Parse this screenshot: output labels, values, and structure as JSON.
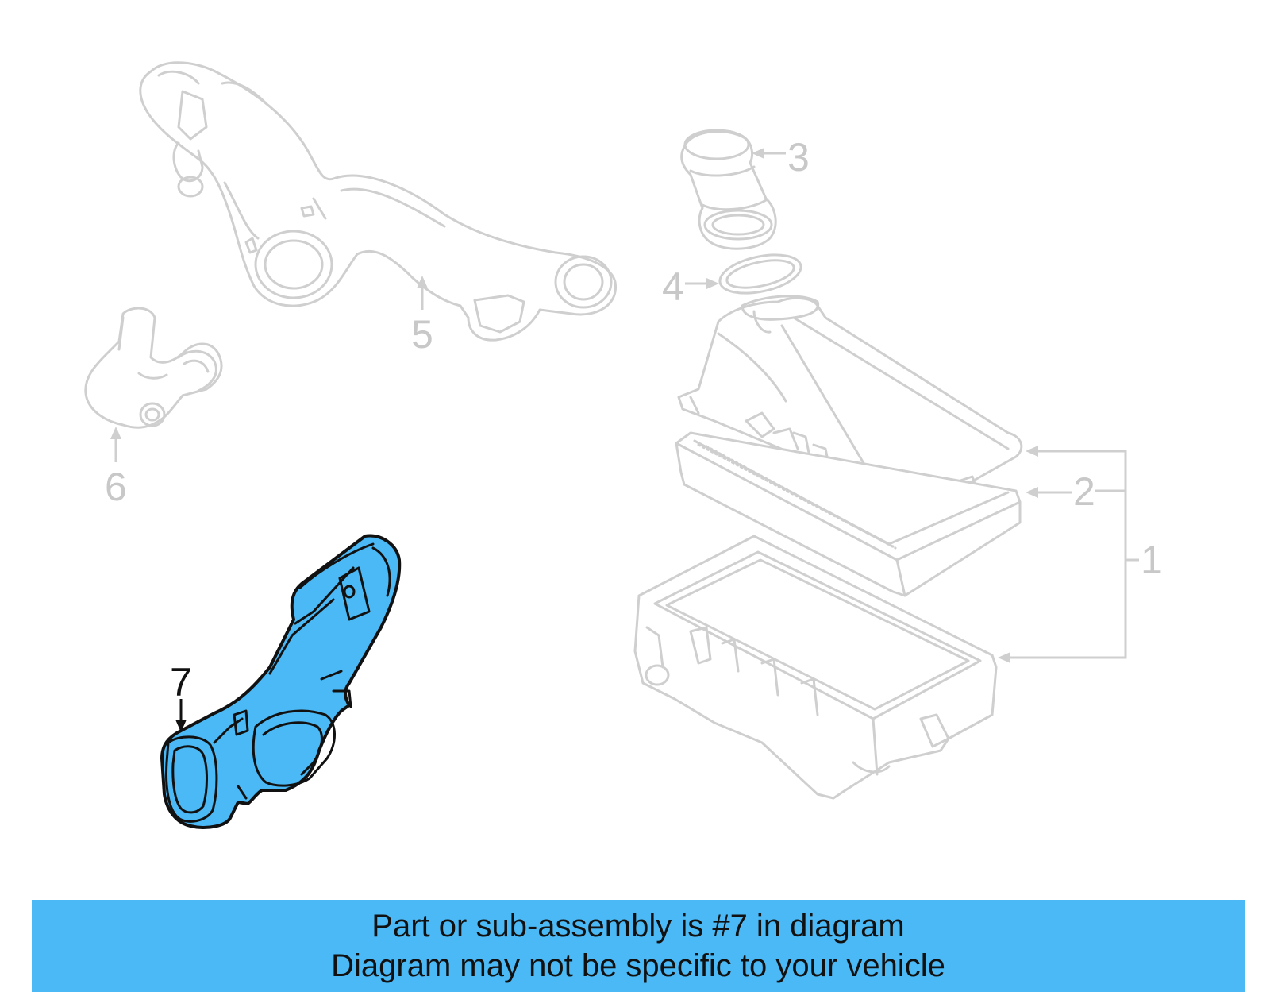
{
  "highlight_color": "#4bb9f5",
  "callouts": {
    "c1": "1",
    "c2": "2",
    "c3": "3",
    "c4": "4",
    "c5": "5",
    "c6": "6",
    "c7": "7"
  },
  "highlighted_part": "7",
  "banner": {
    "line1": "Part or sub-assembly is #7 in diagram",
    "line2": "Diagram may not be specific to your vehicle"
  }
}
